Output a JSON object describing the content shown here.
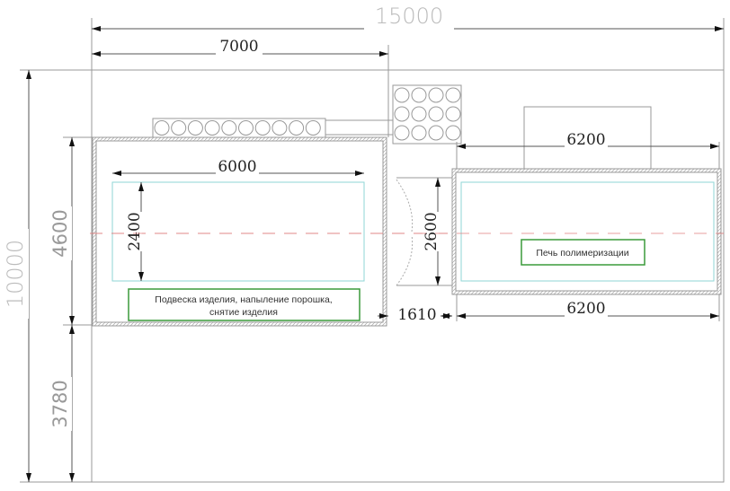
{
  "dimensions": {
    "overall_width": "15000",
    "overall_height": "10000",
    "booth_zone_width": "7000",
    "booth_zone_height": "4600",
    "lower_zone_height": "3780",
    "booth_length": "6000",
    "booth_width": "2400",
    "oven_opening": "2600",
    "gap": "1610",
    "oven_length_top": "6200",
    "oven_length_bottom": "6200"
  },
  "labels": {
    "booth": [
      "Подвеска изделия, напыление порошка,",
      "снятие изделия"
    ],
    "oven": "Печь полимеризации"
  },
  "colors": {
    "label_border": "#3a9a3a",
    "work_area": "#8fd6d6",
    "centerline": "#e08080"
  }
}
